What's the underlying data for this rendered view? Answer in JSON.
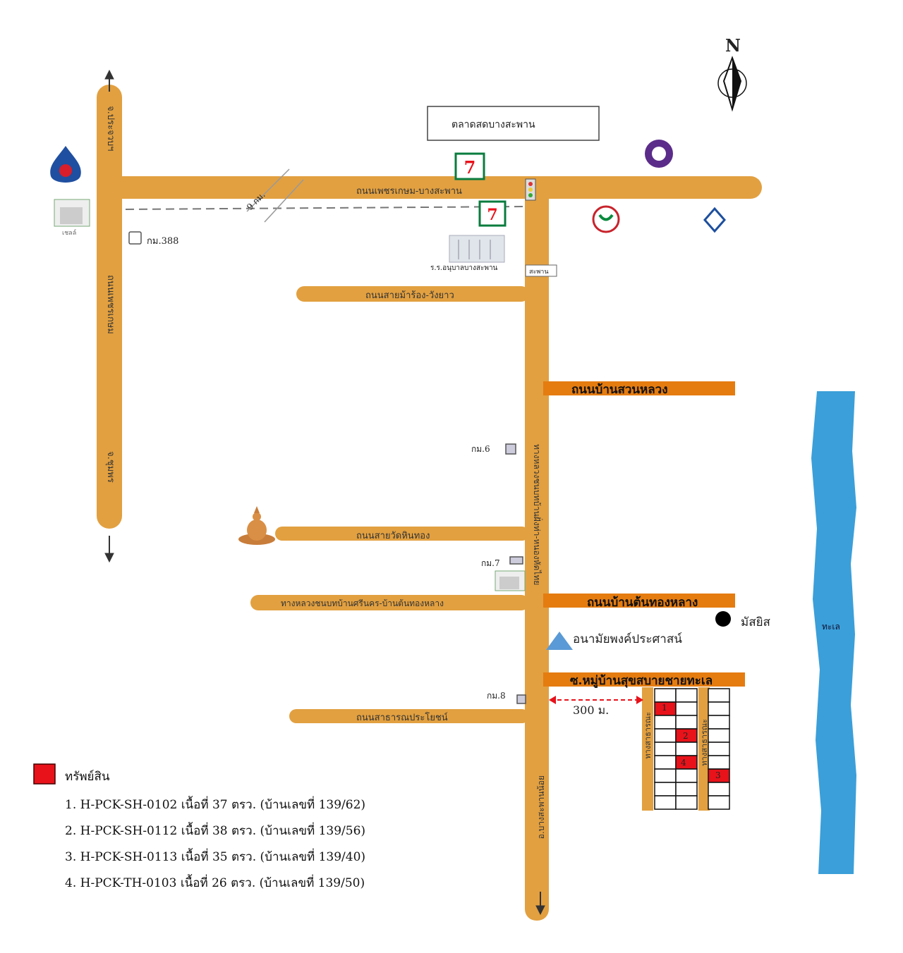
{
  "compass": {
    "north": "N"
  },
  "landmarks": {
    "market": "ตลาดสดบางสะพาน",
    "school": "ร.ร.อนุบาลบางสะพาน",
    "bridge_sign": "สะพาน",
    "gas_station": "เชลล์",
    "km388": "กม.388",
    "km6": "กม.6",
    "km7": "กม.7",
    "km8": "กม.8",
    "distance_9km": "9 กม.",
    "clinic": "อนามัยพงค์ประศาสน์",
    "mosque": "มัสยิส",
    "sea": "ทะเล",
    "distance_300m": "300 ม."
  },
  "roads": {
    "main_horizontal": "ถนนเพชรเกษม-บางสะพาน",
    "left_top": "จ.ประจวบฯ",
    "left_mid": "ถนนเพชรเกษม",
    "left_bottom": "จ.ชุมพร",
    "saimaarong": "ถนนสายม้าร้อง-วังยาว",
    "suanluang": "ถนนบ้านสวนหลวง",
    "watHinthong": "ถนนสายวัดหินทอง",
    "srinakorn": "ทางหลวงชนบทบ้านศรีนคร-บ้านต้นทองหลาง",
    "tonthonglang": "ถนนบ้านต้นทองหลาง",
    "village": "ซ.หมู่บ้านสุขสบายชายทะเล",
    "public_benefit": "ถนนสาธารณประโยชน์",
    "main_vertical": "ทางหลวงชนบทบ้านฝั่งท่า-หนองหัดไทย",
    "bottom_vertical": "อ.บางสะพานน้อย",
    "public_way_1": "ทางสาธารณะ",
    "public_way_2": "ทางสาธารณะ"
  },
  "plots": {
    "p1": "1",
    "p2": "2",
    "p3": "3",
    "p4": "4"
  },
  "legend": {
    "title": "ทรัพย์สิน",
    "color": "#e8121a",
    "items": [
      "1. H-PCK-SH-0102  เนื้อที่ 37 ตรว. (บ้านเลขที่ 139/62)",
      "2. H-PCK-SH-0112  เนื้อที่ 38 ตรว. (บ้านเลขที่ 139/56)",
      "3. H-PCK-SH-0113  เนื้อที่ 35 ตรว. (บ้านเลขที่ 139/40)",
      "4. H-PCK-TH-0103   เนื้อที่ 26 ตรว. (บ้านเลขที่ 139/50)"
    ]
  },
  "colors": {
    "road": "#e2a040",
    "road_dark": "#e57c10",
    "sea": "#3b9fd9",
    "asset": "#e8121a"
  }
}
